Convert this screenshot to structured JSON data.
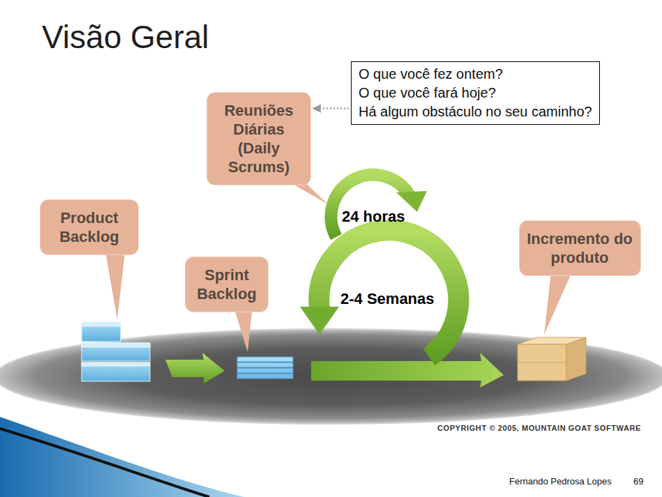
{
  "diagram": {
    "title": "Visão Geral",
    "nodes": [
      {
        "text": [
          "O que você fez ontem?",
          "O que você fará hoje?",
          "Há algum obstáculo no seu caminho?"
        ]
      },
      {
        "text": [
          "Reuniões Diárias (Daily Scrums)"
        ]
      },
      {
        "text": [
          "Product Backlog"
        ]
      },
      {
        "text": [
          "Incremento do produto"
        ]
      },
      {
        "text": [
          "Sprint Backlog"
        ]
      }
    ],
    "edges": [
      {
        "from": 0,
        "to": 1,
        "arrow": "to"
      }
    ],
    "labels": [
      "24 horas",
      "2-4 Semanas",
      "COPYRIGHT © 2005, MOUNTAIN GOAT SOFTWARE",
      "Fernando Pedrosa Lopes",
      "69"
    ]
  }
}
